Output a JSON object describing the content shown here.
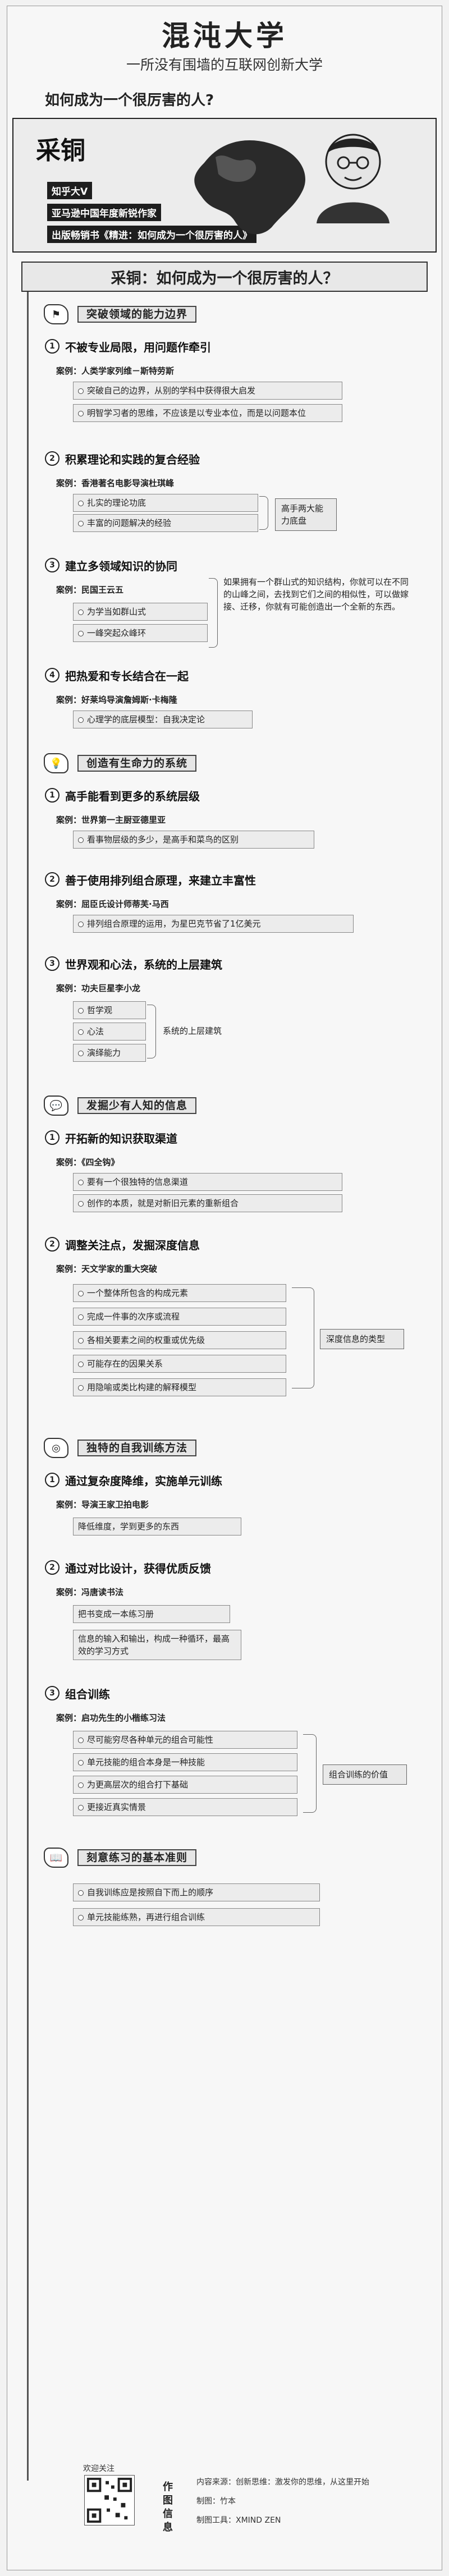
{
  "brand": {
    "title": "混沌大学",
    "subtitle": "一所没有围墙的互联网创新大学"
  },
  "question": "如何成为一个很厉害的人?",
  "author": {
    "name": "采铜",
    "tags": [
      "知乎大V",
      "亚马逊中国年度新锐作家",
      "出版畅销书《精进：如何成为一个很厉害的人》"
    ]
  },
  "main_title": "采铜：如何成为一个很厉害的人？",
  "sections": [
    {
      "label": "突破领域的能力边界",
      "icon": "flag-icon"
    },
    {
      "label": "创造有生命力的系统",
      "icon": "bulb-icon"
    },
    {
      "label": "发掘少有人知的信息",
      "icon": "chat-icon"
    },
    {
      "label": "独特的自我训练方法",
      "icon": "target-icon"
    },
    {
      "label": "刻意练习的基本准则",
      "icon": "book-icon"
    }
  ],
  "s1": {
    "t1": {
      "num": "1",
      "title": "不被专业局限，用问题作牵引",
      "case": "案例：人类学家列维－斯特劳斯",
      "leaves": [
        "突破自己的边界，从别的学科中获得很大启发",
        "明智学习者的思维，不应该是以专业本位，而是以问题本位"
      ]
    },
    "t2": {
      "num": "2",
      "title": "积累理论和实践的复合经验",
      "case": "案例：香港著名电影导演杜琪峰",
      "leaves": [
        "扎实的理论功底",
        "丰富的问题解决的经验"
      ],
      "side": "高手两大能力底盘"
    },
    "t3": {
      "num": "3",
      "title": "建立多领域知识的协同",
      "case": "案例：民国王云五",
      "leaves": [
        "为学当如群山式",
        "一峰突起众峰环"
      ],
      "note": "如果拥有一个群山式的知识结构，你就可以在不同的山峰之间，去找到它们之间的相似性，可以做嫁接、迁移，你就有可能创造出一个全新的东西。"
    },
    "t4": {
      "num": "4",
      "title": "把热爱和专长结合在一起",
      "case": "案例：好莱坞导演詹姆斯·卡梅隆",
      "leaves": [
        "心理学的底层模型：自我决定论"
      ]
    }
  },
  "s2": {
    "t1": {
      "num": "1",
      "title": "高手能看到更多的系统层级",
      "case": "案例：世界第一主厨亚德里亚",
      "leaves": [
        "看事物层级的多少，是高手和菜鸟的区别"
      ]
    },
    "t2": {
      "num": "2",
      "title": "善于使用排列组合原理，来建立丰富性",
      "case": "案例：屈臣氏设计师蒂芙·马西",
      "leaves": [
        "排列组合原理的运用，为星巴克节省了1亿美元"
      ]
    },
    "t3": {
      "num": "3",
      "title": "世界观和心法，系统的上层建筑",
      "case": "案例：功夫巨星李小龙",
      "leaves": [
        "哲学观",
        "心法",
        "演绎能力"
      ],
      "side": "系统的上层建筑"
    }
  },
  "s3": {
    "t1": {
      "num": "1",
      "title": "开拓新的知识获取渠道",
      "case": "案例：《四全钩》",
      "leaves": [
        "要有一个很独特的信息渠道",
        "创作的本质，就是对新旧元素的重新组合"
      ]
    },
    "t2": {
      "num": "2",
      "title": "调整关注点，发掘深度信息",
      "case": "案例：天文学家的重大突破",
      "leaves": [
        "一个整体所包含的构成元素",
        "完成一件事的次序或流程",
        "各相关要素之间的权重或优先级",
        "可能存在的因果关系",
        "用隐喻或类比构建的解释模型"
      ],
      "side": "深度信息的类型"
    }
  },
  "s4": {
    "t1": {
      "num": "1",
      "title": "通过复杂度降维，实施单元训练",
      "case": "案例：导演王家卫拍电影",
      "leaves": [
        "降低维度，学到更多的东西"
      ]
    },
    "t2": {
      "num": "2",
      "title": "通过对比设计，获得优质反馈",
      "case": "案例：冯唐读书法",
      "leaves": [
        "把书变成一本练习册",
        "信息的输入和输出，构成一种循环，最高效的学习方式"
      ]
    },
    "t3": {
      "num": "3",
      "title": "组合训练",
      "case": "案例：启功先生的小楷练习法",
      "leaves": [
        "尽可能穷尽各种单元的组合可能性",
        "单元技能的组合本身是一种技能",
        "为更高层次的组合打下基础",
        "更接近真实情景"
      ],
      "side": "组合训练的价值"
    }
  },
  "s5": {
    "leaves": [
      "自我训练应是按照自下而上的顺序",
      "单元技能练熟，再进行组合训练"
    ]
  },
  "footer": {
    "follow": "欢迎关注",
    "label": "作图信息",
    "credits": [
      "内容来源：创新思维：激发你的思维，从这里开始",
      "制图：竹本",
      "制图工具：XMIND ZEN"
    ]
  }
}
